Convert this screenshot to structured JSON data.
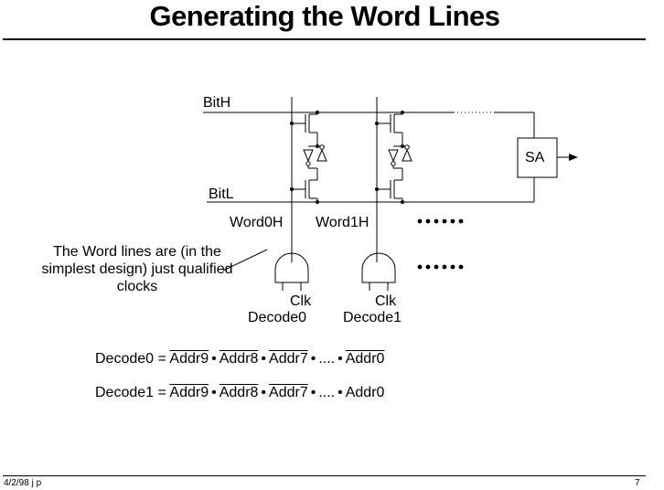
{
  "title": "Generating the Word Lines",
  "labels": {
    "bit_h": "BitH",
    "bit_l": "BitL",
    "sa": "SA",
    "word0h": "Word0H",
    "word1h": "Word1H",
    "clk0": "Clk",
    "decode0": "Decode0",
    "clk1": "Clk",
    "decode1": "Decode1"
  },
  "note": "The Word lines are (in the simplest design) just qualified clocks",
  "equations": [
    {
      "lhs": "Decode0 =",
      "terms": [
        "Addr9",
        "Addr8",
        "Addr7",
        "....",
        "Addr0"
      ],
      "overlined": [
        true,
        true,
        true,
        false,
        true
      ],
      "separator": "•"
    },
    {
      "lhs": "Decode1 =",
      "terms": [
        "Addr9",
        "Addr8",
        "Addr7",
        "....",
        "Addr0"
      ],
      "overlined": [
        true,
        true,
        true,
        false,
        false
      ],
      "separator": "•"
    }
  ],
  "footer": {
    "left": "4/2/98 j p",
    "right": "7"
  }
}
